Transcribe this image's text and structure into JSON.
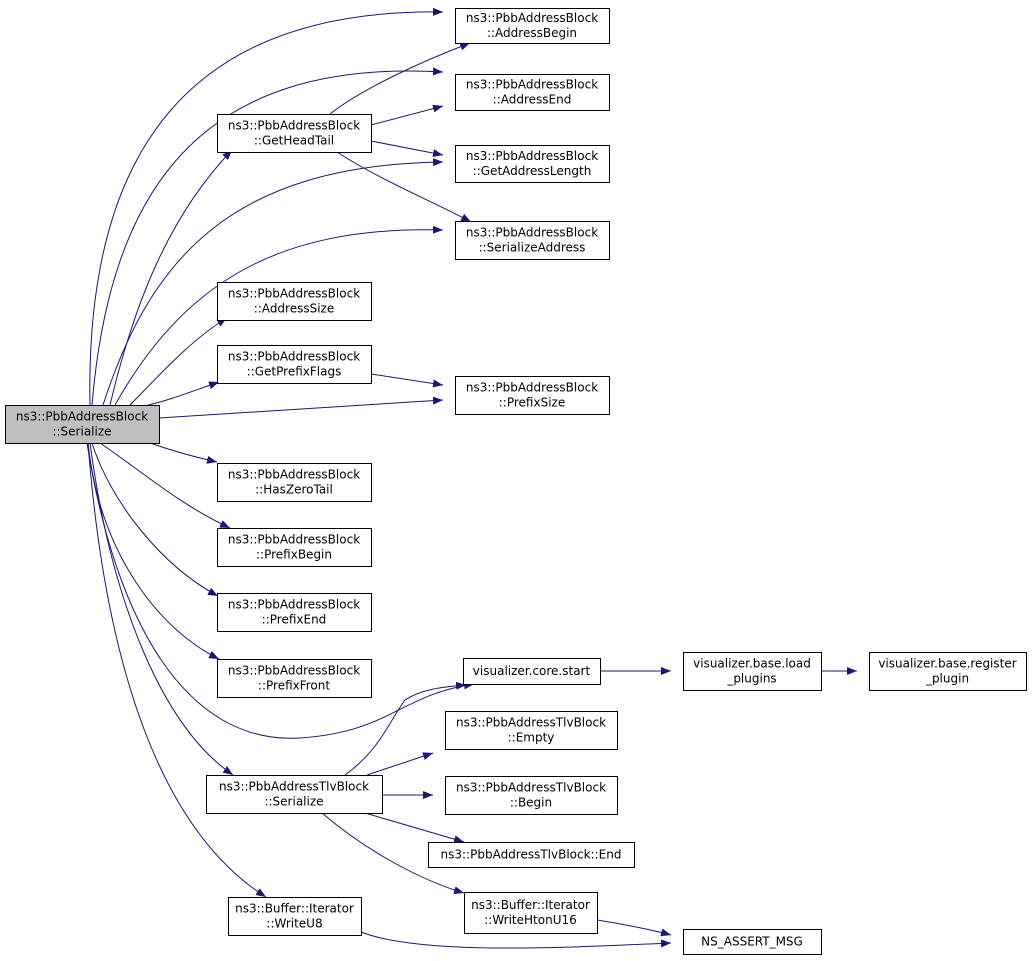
{
  "graph": {
    "colors": {
      "edge": "#191970",
      "node_fill": "#ffffff",
      "focus_fill": "#bfbfbf",
      "border": "#000000"
    },
    "nodes": [
      {
        "id": "root",
        "lines": [
          "ns3::PbbAddressBlock",
          "::Serialize"
        ],
        "focus": true
      },
      {
        "id": "addressbegin",
        "lines": [
          "ns3::PbbAddressBlock",
          "::AddressBegin"
        ]
      },
      {
        "id": "addressend",
        "lines": [
          "ns3::PbbAddressBlock",
          "::AddressEnd"
        ]
      },
      {
        "id": "getheadtail",
        "lines": [
          "ns3::PbbAddressBlock",
          "::GetHeadTail"
        ]
      },
      {
        "id": "getaddresslength",
        "lines": [
          "ns3::PbbAddressBlock",
          "::GetAddressLength"
        ]
      },
      {
        "id": "serializeaddress",
        "lines": [
          "ns3::PbbAddressBlock",
          "::SerializeAddress"
        ]
      },
      {
        "id": "addresssize",
        "lines": [
          "ns3::PbbAddressBlock",
          "::AddressSize"
        ]
      },
      {
        "id": "getprefixflags",
        "lines": [
          "ns3::PbbAddressBlock",
          "::GetPrefixFlags"
        ]
      },
      {
        "id": "prefixsize",
        "lines": [
          "ns3::PbbAddressBlock",
          "::PrefixSize"
        ]
      },
      {
        "id": "haszerotail",
        "lines": [
          "ns3::PbbAddressBlock",
          "::HasZeroTail"
        ]
      },
      {
        "id": "prefixbegin",
        "lines": [
          "ns3::PbbAddressBlock",
          "::PrefixBegin"
        ]
      },
      {
        "id": "prefixend",
        "lines": [
          "ns3::PbbAddressBlock",
          "::PrefixEnd"
        ]
      },
      {
        "id": "prefixfront",
        "lines": [
          "ns3::PbbAddressBlock",
          "::PrefixFront"
        ]
      },
      {
        "id": "vizstart",
        "lines": [
          "visualizer.core.start"
        ]
      },
      {
        "id": "loadplugins",
        "lines": [
          "visualizer.base.load",
          "_plugins"
        ]
      },
      {
        "id": "registerplugin",
        "lines": [
          "visualizer.base.register",
          "_plugin"
        ]
      },
      {
        "id": "tlvserialize",
        "lines": [
          "ns3::PbbAddressTlvBlock",
          "::Serialize"
        ]
      },
      {
        "id": "tlvempty",
        "lines": [
          "ns3::PbbAddressTlvBlock",
          "::Empty"
        ]
      },
      {
        "id": "tlvbegin",
        "lines": [
          "ns3::PbbAddressTlvBlock",
          "::Begin"
        ]
      },
      {
        "id": "tlvend",
        "lines": [
          "ns3::PbbAddressTlvBlock::End"
        ]
      },
      {
        "id": "writeu8",
        "lines": [
          "ns3::Buffer::Iterator",
          "::WriteU8"
        ]
      },
      {
        "id": "writehtonu16",
        "lines": [
          "ns3::Buffer::Iterator",
          "::WriteHtonU16"
        ]
      },
      {
        "id": "nsassert",
        "lines": [
          "NS_ASSERT_MSG"
        ]
      }
    ],
    "edges": [
      {
        "from": "root",
        "to": "addressbegin"
      },
      {
        "from": "root",
        "to": "addressend"
      },
      {
        "from": "root",
        "to": "getheadtail"
      },
      {
        "from": "root",
        "to": "getaddresslength"
      },
      {
        "from": "root",
        "to": "serializeaddress"
      },
      {
        "from": "root",
        "to": "addresssize"
      },
      {
        "from": "root",
        "to": "getprefixflags"
      },
      {
        "from": "root",
        "to": "prefixsize"
      },
      {
        "from": "root",
        "to": "haszerotail"
      },
      {
        "from": "root",
        "to": "prefixbegin"
      },
      {
        "from": "root",
        "to": "prefixend"
      },
      {
        "from": "root",
        "to": "prefixfront"
      },
      {
        "from": "root",
        "to": "vizstart"
      },
      {
        "from": "root",
        "to": "tlvserialize"
      },
      {
        "from": "root",
        "to": "writeu8"
      },
      {
        "from": "getheadtail",
        "to": "addressbegin"
      },
      {
        "from": "getheadtail",
        "to": "addressend"
      },
      {
        "from": "getheadtail",
        "to": "getaddresslength"
      },
      {
        "from": "getheadtail",
        "to": "serializeaddress"
      },
      {
        "from": "getprefixflags",
        "to": "prefixsize"
      },
      {
        "from": "vizstart",
        "to": "loadplugins"
      },
      {
        "from": "loadplugins",
        "to": "registerplugin"
      },
      {
        "from": "tlvserialize",
        "to": "vizstart"
      },
      {
        "from": "tlvserialize",
        "to": "tlvempty"
      },
      {
        "from": "tlvserialize",
        "to": "tlvbegin"
      },
      {
        "from": "tlvserialize",
        "to": "tlvend"
      },
      {
        "from": "tlvserialize",
        "to": "writehtonu16"
      },
      {
        "from": "writeu8",
        "to": "nsassert"
      },
      {
        "from": "writehtonu16",
        "to": "nsassert"
      }
    ]
  }
}
